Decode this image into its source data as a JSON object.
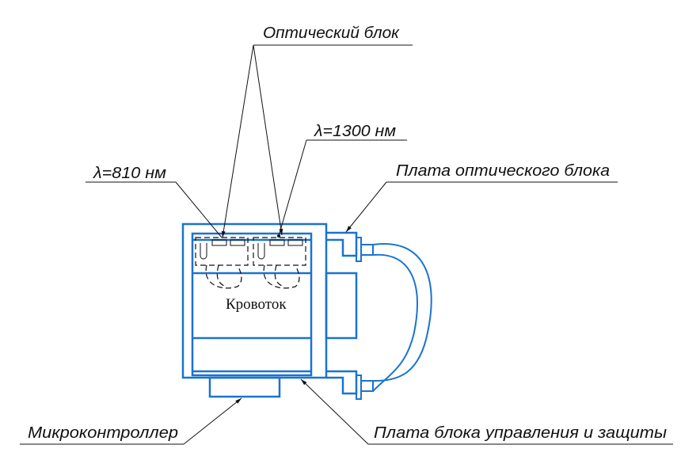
{
  "labels": {
    "optical_block": "Оптический блок",
    "lambda_1300": "λ=1300 нм",
    "lambda_810": "λ=810 нм",
    "optical_board": "Плата оптического блока",
    "microcontroller": "Микроконтроллер",
    "control_board": "Плата блока управления и защиты",
    "blood_flow": "Кровоток"
  }
}
